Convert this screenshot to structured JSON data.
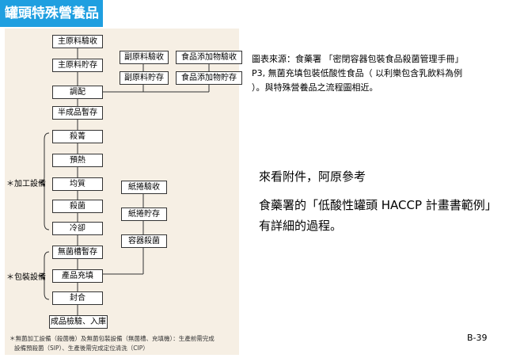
{
  "title": "罐頭特殊營養品",
  "flow": {
    "main_steps": [
      "主原料驗收",
      "主原料貯存",
      "調配",
      "半成品暫存",
      "殺菁",
      "預熱",
      "均質",
      "殺菌",
      "冷卻",
      "無菌槽暫存",
      "產品充填",
      "封合",
      "成品檢驗、入庫"
    ],
    "sub_material": [
      "副原料驗收",
      "副原料貯存"
    ],
    "additive": [
      "食品添加物驗收",
      "食品添加物貯存"
    ],
    "paper": [
      "紙捲驗收",
      "紙捲貯存",
      "容器殺菌"
    ],
    "brace_processing": "＊加工設備",
    "brace_packaging": "＊包裝設備",
    "footnote_line1": "＊無菌加工設備（殺菌機）及無菌包裝設備（無菌槽、充填機）：生產前需完成",
    "footnote_line2": "設備預殺菌（SIP）、生產後需完成定位清洗（CIP）"
  },
  "source": {
    "line1": "圖表來源：食藥署 「密閉容器包裝食品殺菌管理手冊」",
    "line2": "P3, 無菌充填包裝低酸性食品（ 以利樂包含乳飲料為例",
    "line3": "）。與特殊營養品之流程圖相近。"
  },
  "comment": {
    "p1": "來看附件，阿原參考",
    "p2": "食藥署的「低酸性罐頭 HACCP 計畫書範例」有詳細的過程。"
  },
  "page_number": "B-39"
}
